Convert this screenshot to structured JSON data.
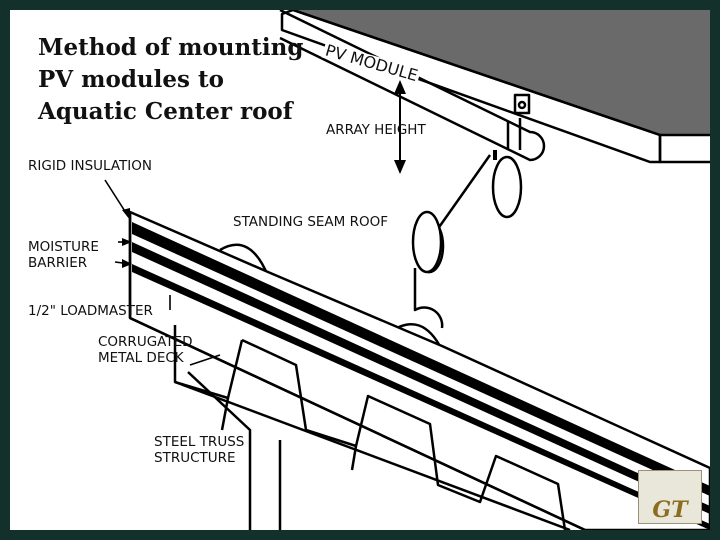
{
  "title": "Method of mounting PV modules to Aquatic Center roof",
  "labels": {
    "pv_module": "PV MODULE",
    "array_height": "ARRAY HEIGHT",
    "rigid_insulation": "RIGID INSULATION",
    "standing_seam_roof": "STANDING SEAM  ROOF",
    "moisture_barrier": "MOISTURE\nBARRIER",
    "loadmaster": "1/2\" LOADMASTER",
    "corrugated_metal_deck": "CORRUGATED\nMETAL DECK",
    "steel_truss_structure": "STEEL  TRUSS\nSTRUCTURE"
  },
  "logo": {
    "text": "GT"
  },
  "colors": {
    "frame": "#14302a",
    "module_fill": "#6a6a6a",
    "line": "#000000",
    "logo_gold": "#b8962e"
  }
}
